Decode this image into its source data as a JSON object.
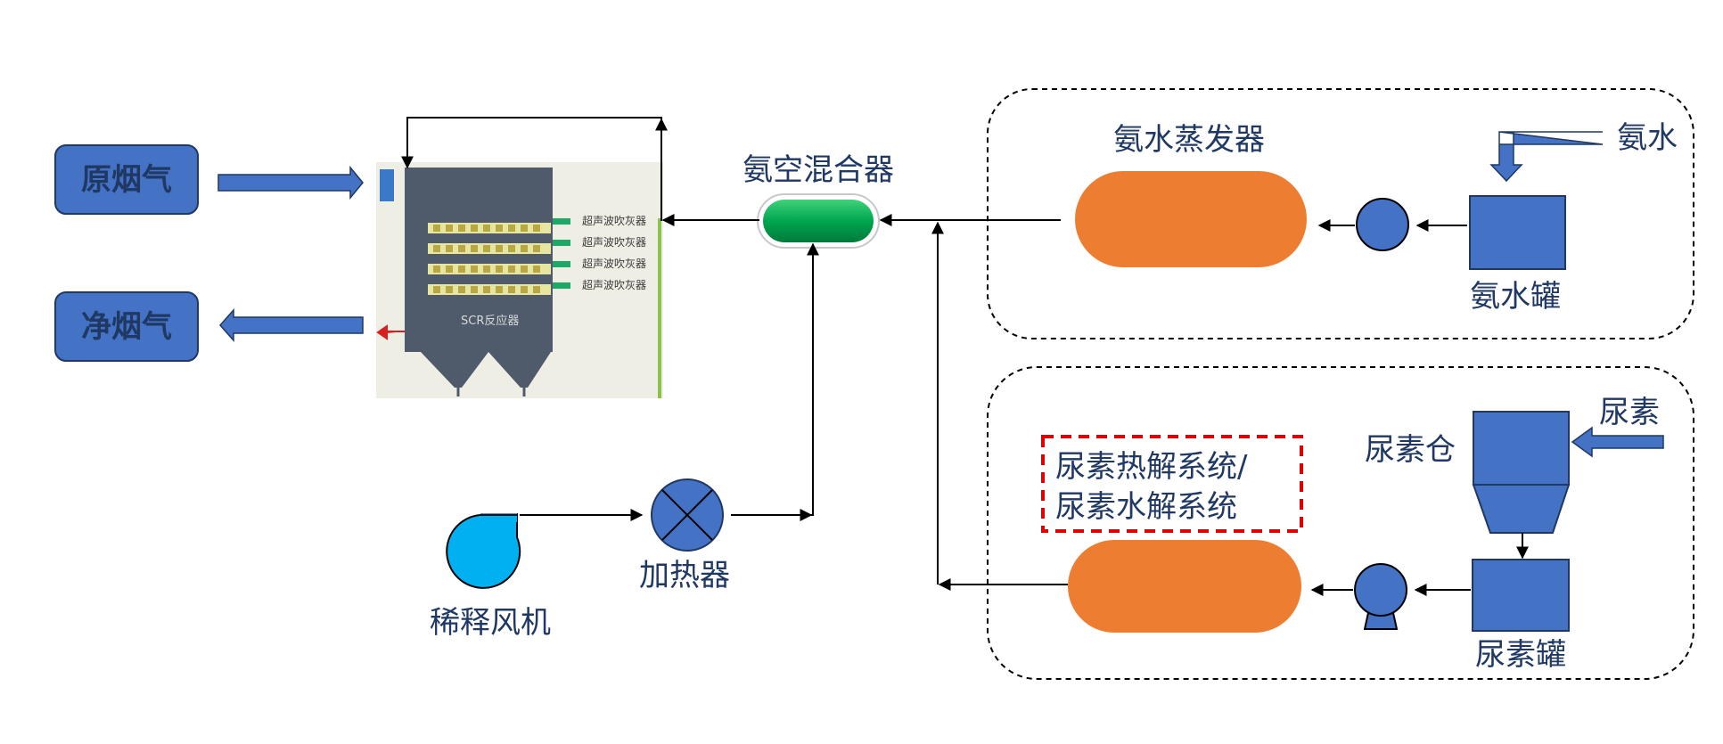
{
  "labels": {
    "raw_flue_gas": "原烟气",
    "clean_flue_gas": "净烟气",
    "scr_reactor": "SCR反应器",
    "soot_blower": "超声波吹灰器",
    "ammonia_air_mixer": "氨空混合器",
    "ammonia_evaporator": "氨水蒸发器",
    "ammonia_water_in": "氨水",
    "ammonia_tank": "氨水罐",
    "urea_in": "尿素",
    "urea_silo": "尿素仓",
    "urea_tank": "尿素罐",
    "urea_system_line1": "尿素热解系统/",
    "urea_system_line2": "尿素水解系统",
    "dilution_fan": "稀释风机",
    "heater": "加热器"
  },
  "colors": {
    "box_blue": "#4472c4",
    "box_border": "#1f3864",
    "text_navy": "#1f3864",
    "tank_orange": "#ed7d31",
    "mixer_green": "#00a651",
    "fan_cyan": "#00b0f0",
    "highlight_red": "#e00000",
    "reactor_grey": "#4f5b6b"
  }
}
